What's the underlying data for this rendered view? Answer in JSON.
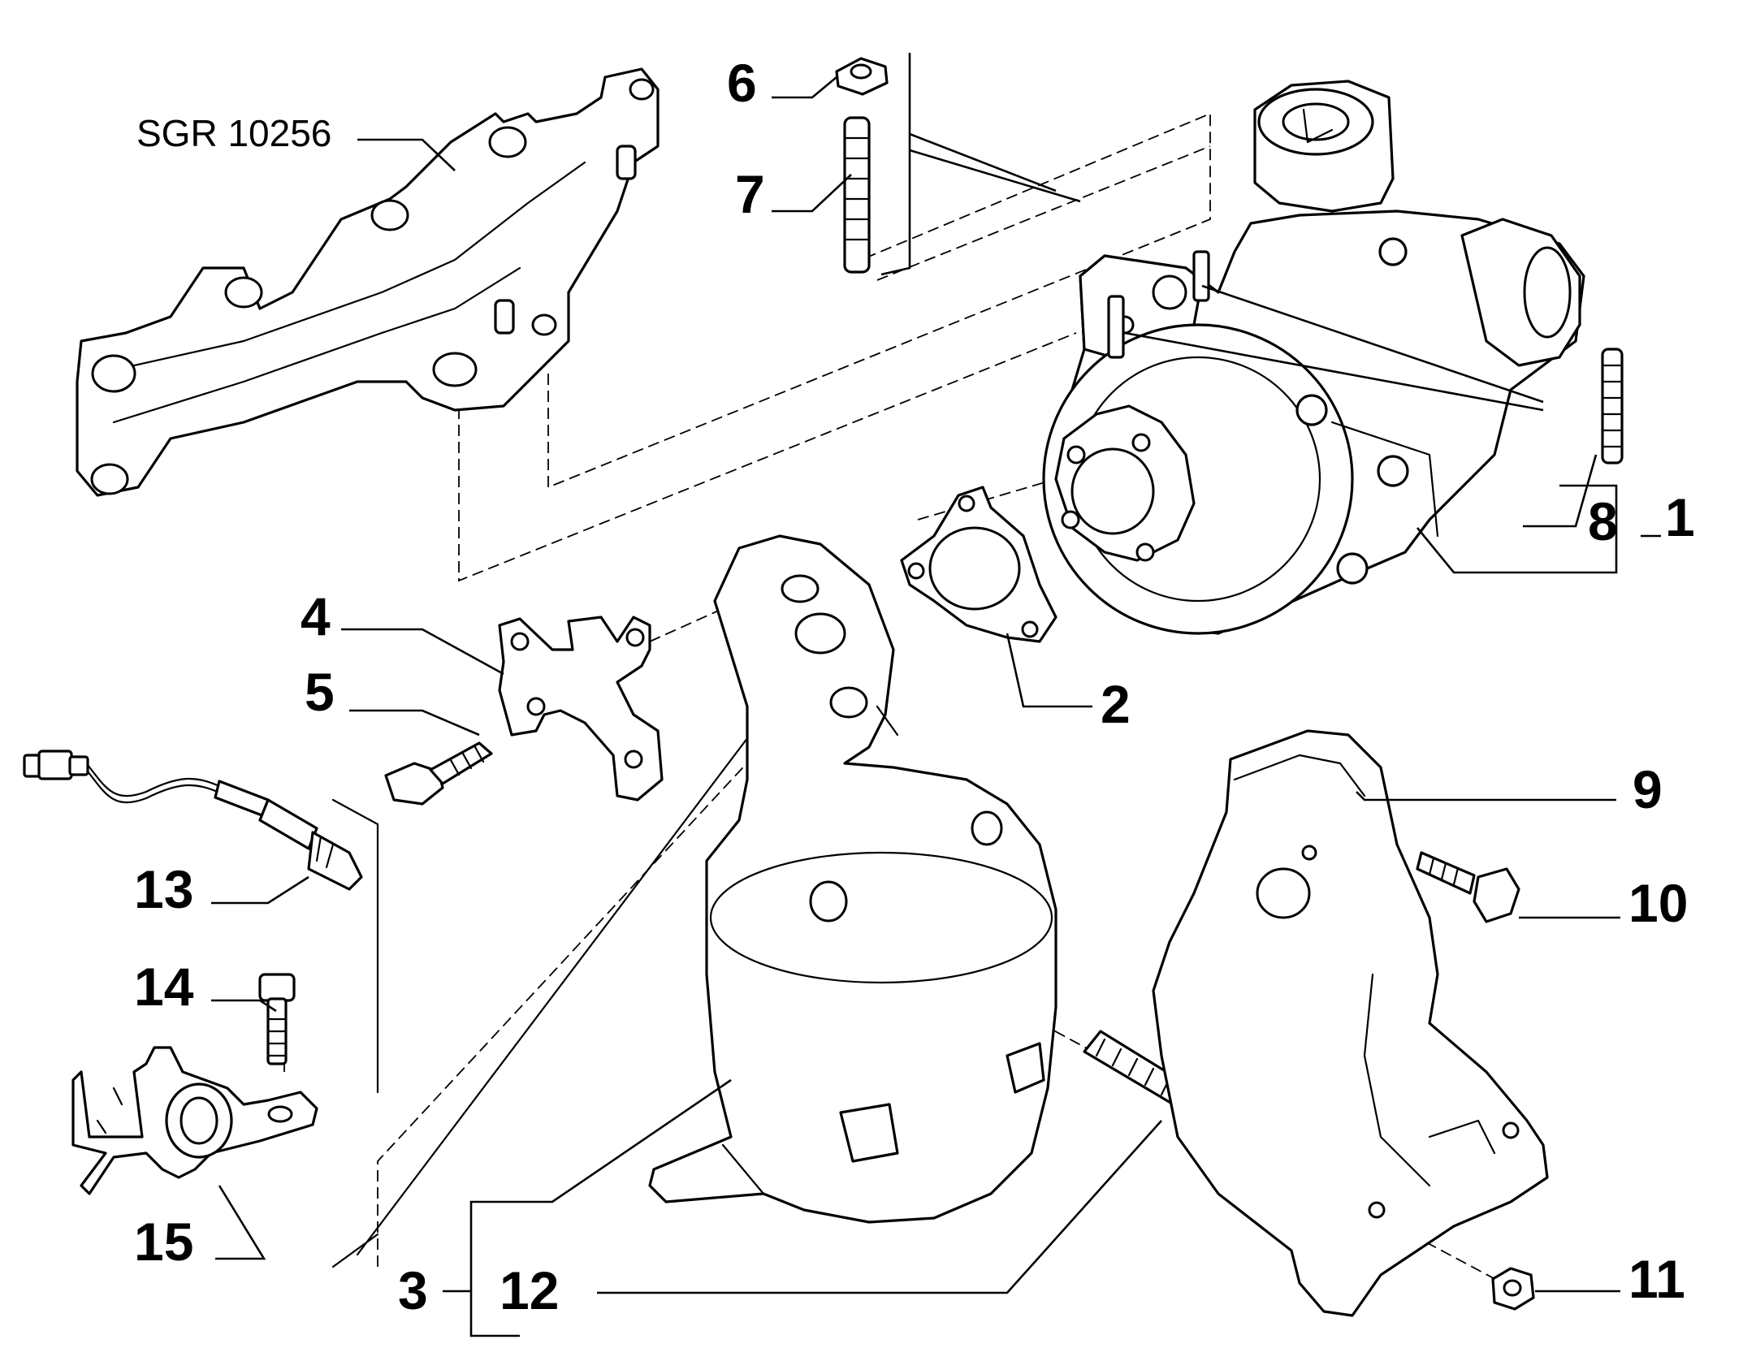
{
  "reference_code": "SGR 10256",
  "callouts": {
    "p1": "1",
    "p2": "2",
    "p3": "3",
    "p4": "4",
    "p5": "5",
    "p6": "6",
    "p7": "7",
    "p8": "8",
    "p9": "9",
    "p10": "10",
    "p11": "11",
    "p12": "12",
    "p13": "13",
    "p14": "14",
    "p15": "15"
  }
}
